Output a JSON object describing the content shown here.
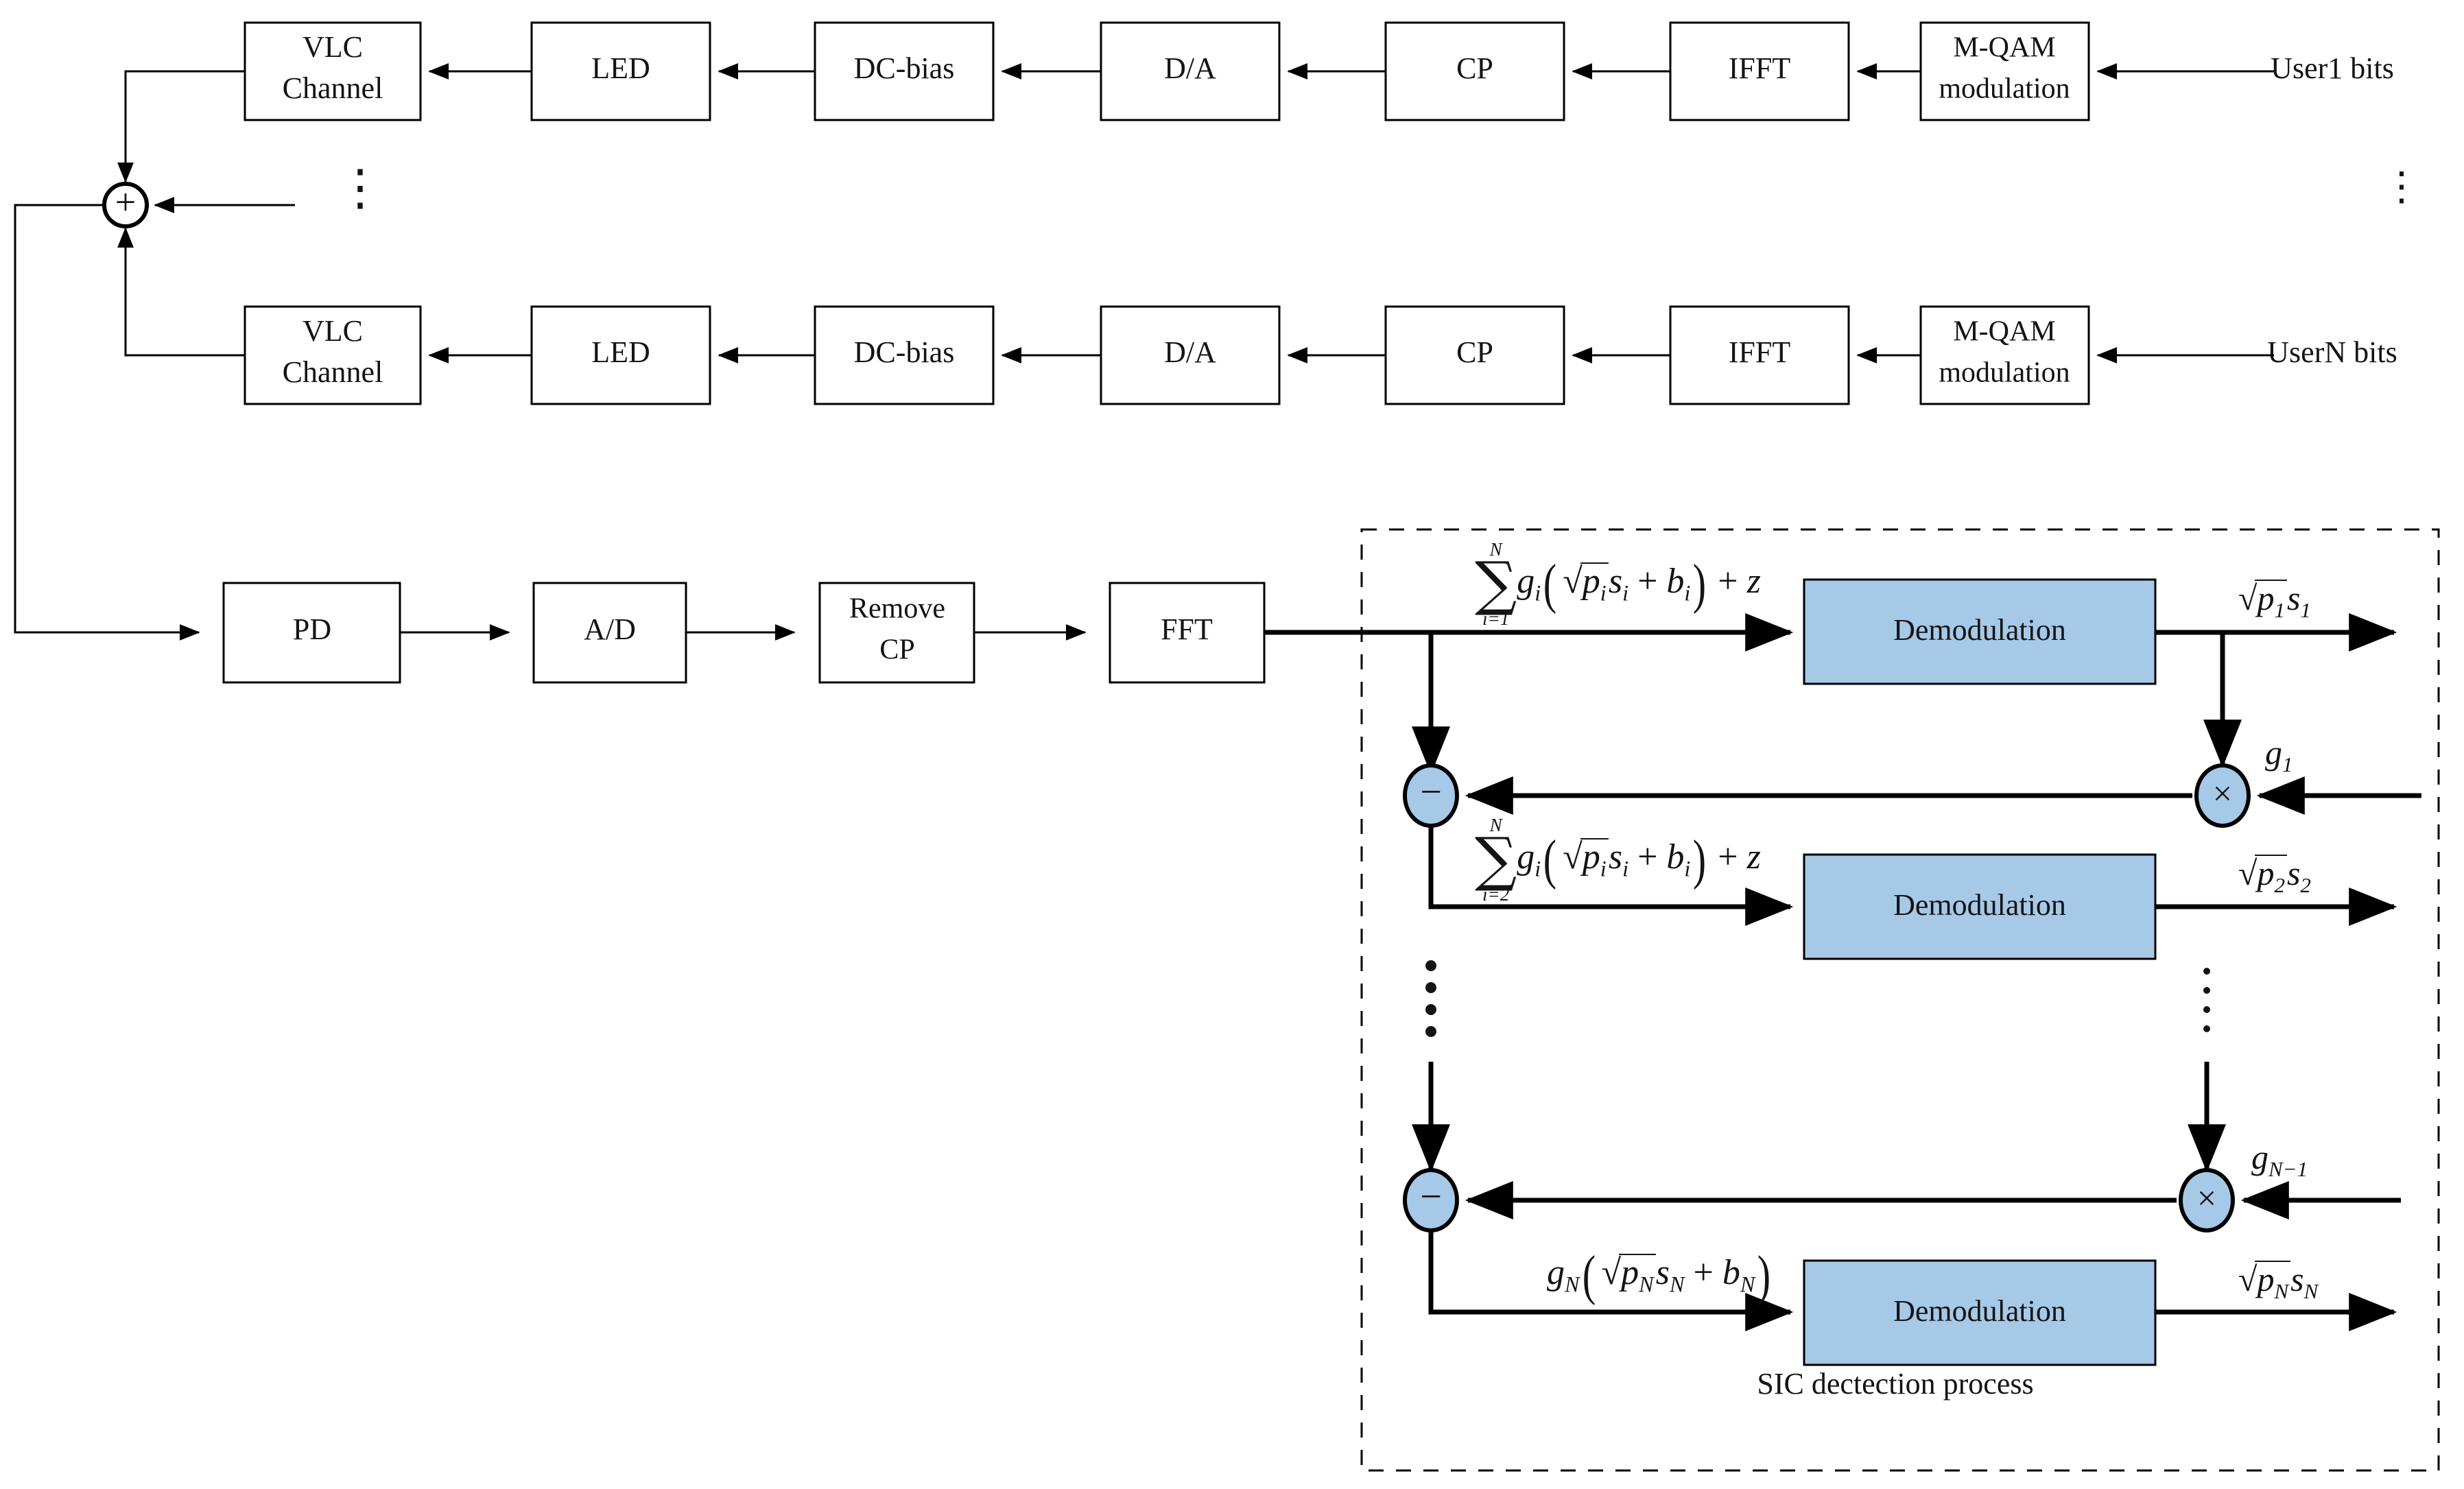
{
  "figure": {
    "title": "NOMA-VLC OFDM transmitter and receiver block diagram with SIC detection",
    "sic_caption": "SIC dectection process",
    "accent_blue": "#a6c9e8",
    "line_color": "#000000"
  },
  "transmitter": {
    "chains": [
      {
        "id": "user1",
        "source_label": "User1 bits",
        "blocks": [
          {
            "name": "m-qam-modulation",
            "line1": "M-QAM",
            "line2": "modulation"
          },
          {
            "name": "ifft",
            "line1": "IFFT",
            "line2": ""
          },
          {
            "name": "cp",
            "line1": "CP",
            "line2": ""
          },
          {
            "name": "d-a",
            "line1": "D/A",
            "line2": ""
          },
          {
            "name": "dc-bias",
            "line1": "DC-bias",
            "line2": ""
          },
          {
            "name": "led",
            "line1": "LED",
            "line2": ""
          },
          {
            "name": "vlc-channel",
            "line1": "VLC",
            "line2": "Channel"
          }
        ]
      },
      {
        "id": "userN",
        "source_label": "UserN bits",
        "blocks": [
          {
            "name": "m-qam-modulation",
            "line1": "M-QAM",
            "line2": "modulation"
          },
          {
            "name": "ifft",
            "line1": "IFFT",
            "line2": ""
          },
          {
            "name": "cp",
            "line1": "CP",
            "line2": ""
          },
          {
            "name": "d-a",
            "line1": "D/A",
            "line2": ""
          },
          {
            "name": "dc-bias",
            "line1": "DC-bias",
            "line2": ""
          },
          {
            "name": "led",
            "line1": "LED",
            "line2": ""
          },
          {
            "name": "vlc-channel",
            "line1": "VLC",
            "line2": "Channel"
          }
        ]
      }
    ],
    "combiner_symbol": "+",
    "ellipsis": "⋮"
  },
  "receiver": {
    "blocks": [
      {
        "name": "pd",
        "line1": "PD",
        "line2": ""
      },
      {
        "name": "a-d",
        "line1": "A/D",
        "line2": ""
      },
      {
        "name": "remove-cp",
        "line1": "Remove",
        "line2": "CP"
      },
      {
        "name": "fft",
        "line1": "FFT",
        "line2": ""
      }
    ]
  },
  "sic": {
    "caption": "SIC dectection process",
    "stages": [
      {
        "index": 1,
        "demod_label": "Demodulation",
        "input_formula": {
          "sum_upper": "N",
          "sum_lower": "i=1",
          "expr": "g_i ( sqrt(p_i) s_i + b_i ) + z",
          "plain": "∑_{i=1}^{N} g_i ( √(p_i) s_i + b_i ) + z"
        },
        "output_label": "√(p₁) s₁",
        "gain_label": "g₁"
      },
      {
        "index": 2,
        "demod_label": "Demodulation",
        "input_formula": {
          "sum_upper": "N",
          "sum_lower": "i=2",
          "expr": "g_i ( sqrt(p_i) s_i + b_i ) + z",
          "plain": "∑_{i=2}^{N} g_i ( √(p_i) s_i + b_i ) + z"
        },
        "output_label": "√(p₂) s₂",
        "gain_label": "gₙ₋₁"
      },
      {
        "index": 3,
        "demod_label": "Demodulation",
        "input_formula": {
          "sum_upper": "",
          "sum_lower": "",
          "expr": "g_N ( sqrt(p_N) s_N + b_N )",
          "plain": "g_N ( √(p_N) s_N + b_N )"
        },
        "output_label": "√(p_N) s_N",
        "gain_label": ""
      }
    ],
    "subtract_symbol": "−",
    "multiply_symbol": "×",
    "ellipsis": "⋮"
  }
}
